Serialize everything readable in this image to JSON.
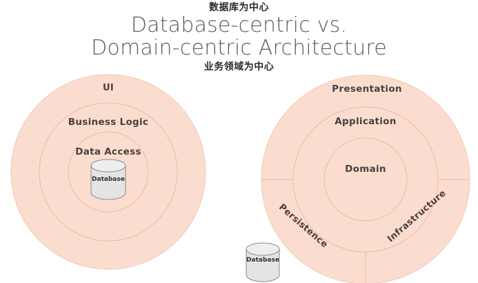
{
  "title": {
    "annotation_top": "数据库为中心",
    "line1": "Database-centric vs.",
    "line2": "Domain-centric Architecture",
    "annotation_bottom": "业务领域为中心"
  },
  "colors": {
    "ring_fill": "#fbddd0",
    "ring_stroke": "#f0c0a8",
    "label_text": "#4a3f3c",
    "title_text": "#5b5b5b",
    "annotation_text": "#2b2b2b",
    "cylinder_fill": "#e2e2e2",
    "cylinder_top": "#eeeeee",
    "cylinder_stroke": "#8a8a8a",
    "background": "#ffffff"
  },
  "left_diagram": {
    "name": "database-centric-architecture",
    "rings": [
      {
        "label": "UI"
      },
      {
        "label": "Business Logic"
      },
      {
        "label": "Data Access"
      }
    ],
    "cylinder": {
      "label": "Database"
    }
  },
  "right_diagram": {
    "name": "domain-centric-architecture",
    "rings": [
      {
        "label": "Presentation"
      },
      {
        "label": "Application"
      },
      {
        "label": "Domain"
      }
    ],
    "outer_segments": [
      {
        "label": "Persistence"
      },
      {
        "label": "Infrastructure"
      }
    ]
  },
  "external_cylinder": {
    "label": "Database"
  }
}
